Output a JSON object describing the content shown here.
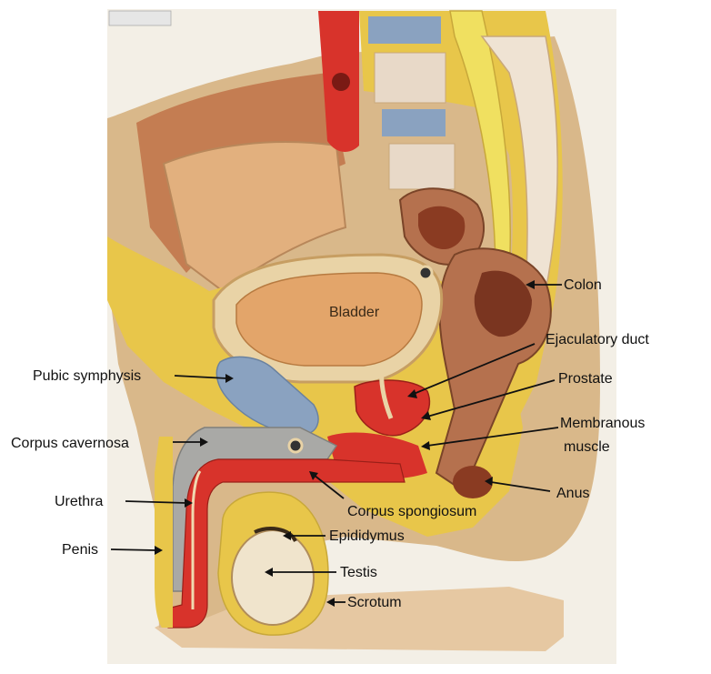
{
  "diagram": {
    "subject": "Male pelvic anatomy model, sagittal section",
    "label_color": "#111111",
    "labels": {
      "bladder": "Bladder",
      "colon": "Colon",
      "ejaculatory_duct": "Ejaculatory duct",
      "prostate": "Prostate",
      "membranous_muscle_1": "Membranous",
      "membranous_muscle_2": "muscle",
      "pubic_symphysis": "Pubic symphysis",
      "corpus_cavernosa": "Corpus cavernosa",
      "urethra": "Urethra",
      "corpus_spongiosum": "Corpus spongiosum",
      "anus": "Anus",
      "epididymus": "Epididymus",
      "penis": "Penis",
      "testis": "Testis",
      "scrotum": "Scrotum"
    },
    "colors": {
      "skin": "#d9b88a",
      "fat_yellow": "#e8c64a",
      "muscle": "#b5714e",
      "bone_blue": "#8aa2c0",
      "red_tissue": "#d8332b",
      "gray_tissue": "#a9a9a6",
      "background": "#ffffff"
    }
  }
}
